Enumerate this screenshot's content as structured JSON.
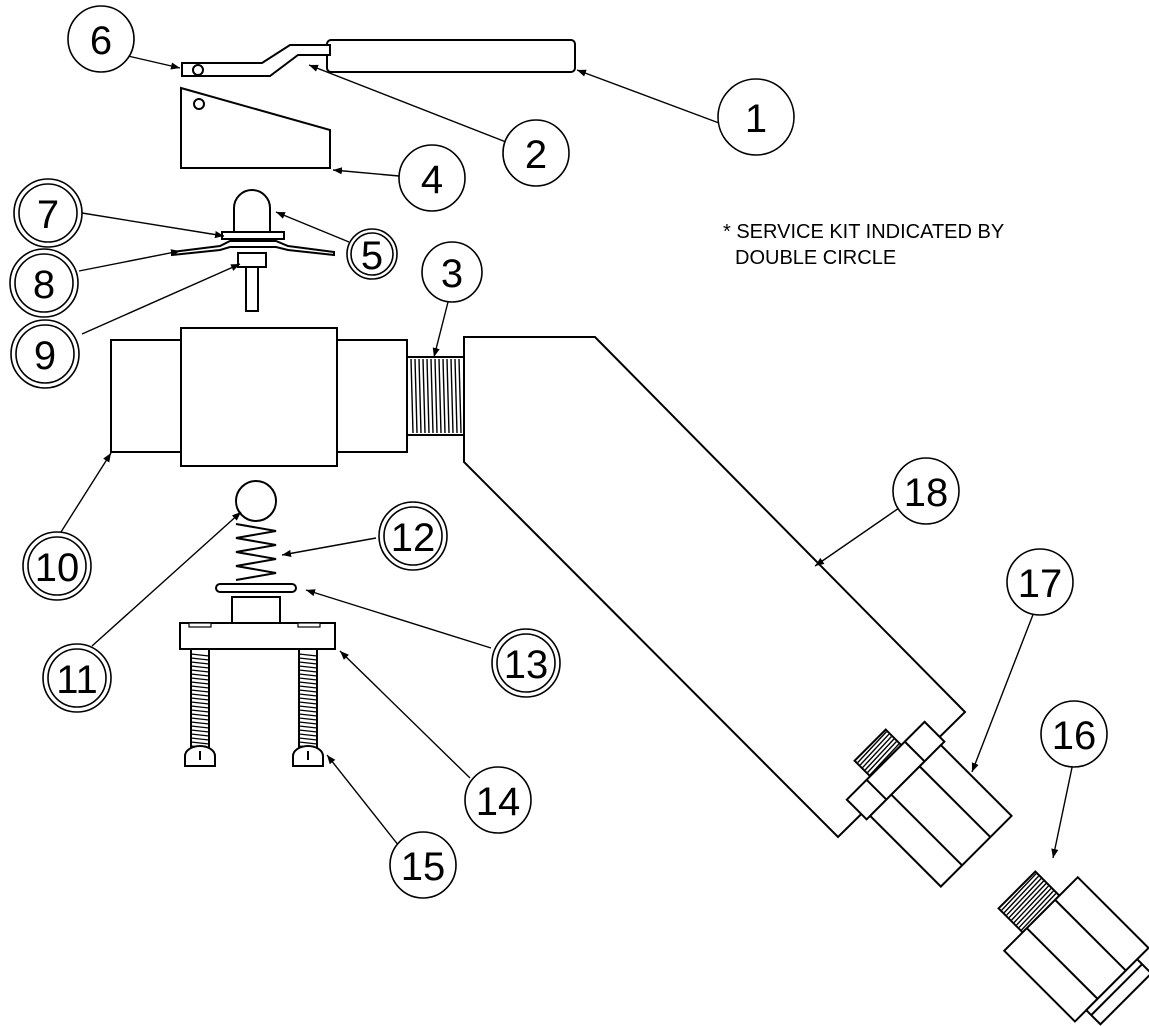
{
  "note": {
    "line1": "* SERVICE KIT INDICATED BY",
    "line2": "DOUBLE CIRCLE"
  },
  "callouts": {
    "c1": "1",
    "c2": "2",
    "c3": "3",
    "c4": "4",
    "c5": "5",
    "c6": "6",
    "c7": "7",
    "c8": "8",
    "c9": "9",
    "c10": "10",
    "c11": "11",
    "c12": "12",
    "c13": "13",
    "c14": "14",
    "c15": "15",
    "c16": "16",
    "c17": "17",
    "c18": "18"
  },
  "service_kit_parts": [
    "5",
    "7",
    "8",
    "9",
    "10",
    "11",
    "12",
    "13"
  ]
}
